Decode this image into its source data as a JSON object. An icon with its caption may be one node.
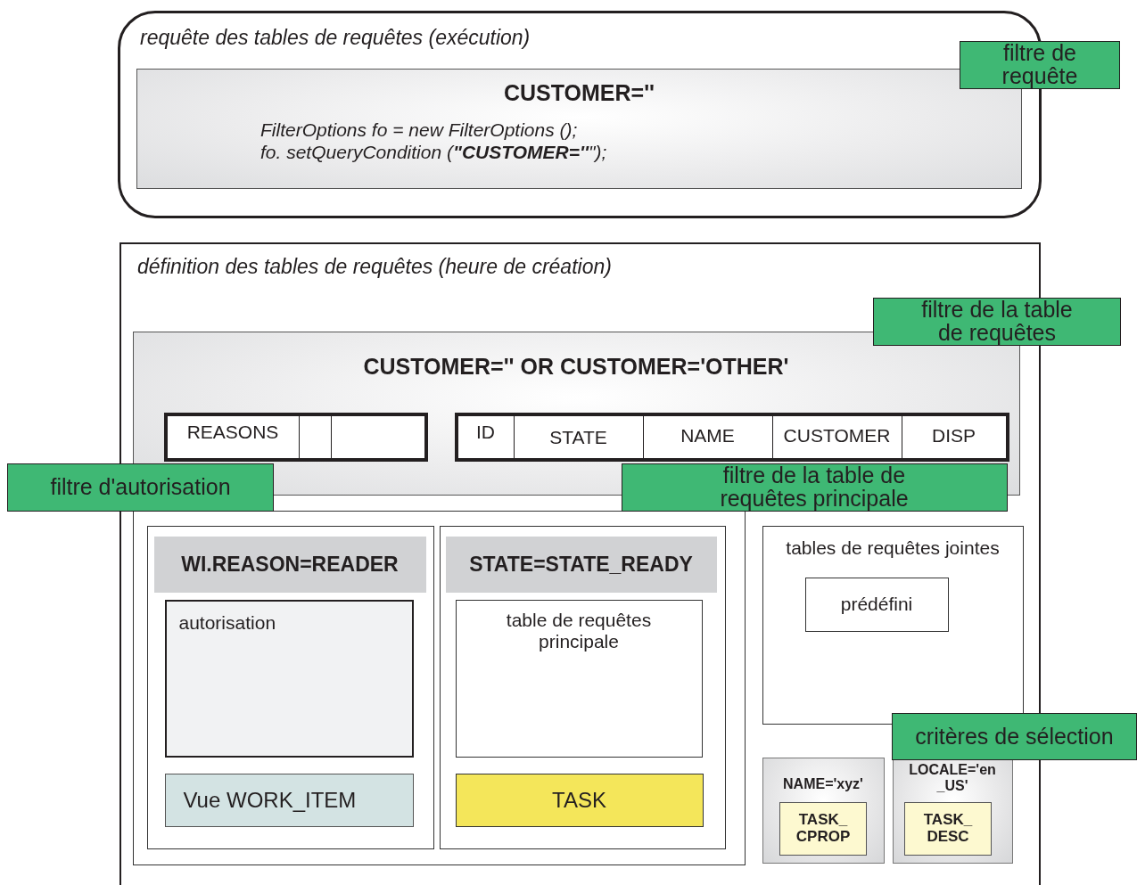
{
  "diagram": {
    "nodes": [
      {
        "text": [
          "requête des tables de requêtes (exécution)"
        ]
      },
      {
        "text": [
          "CUSTOMER=''",
          "FilterOptions fo = new FilterOptions ();",
          "fo. setQueryCondition (**\"CUSTOMER=''**\");"
        ],
        "in": 0
      },
      {
        "text": [
          "filtre de requête"
        ]
      },
      {
        "text": [
          "définition des tables de requêtes (heure de création)"
        ]
      },
      {
        "text": [
          "CUSTOMER='' OR CUSTOMER='OTHER'"
        ],
        "in": 3
      },
      {
        "text": [
          "filtre de la table de requêtes"
        ]
      },
      {
        "text": [
          "REASONS"
        ],
        "in": 4
      },
      {
        "text": [
          "ID",
          "STATE",
          "NAME",
          "CUSTOMER",
          "DISP"
        ],
        "in": 4
      },
      {
        "text": [
          "filtre d'autorisation"
        ]
      },
      {
        "text": [
          "filtre de la table de requêtes principale"
        ],
        "in": 3
      },
      {
        "text": [],
        "shape": "box",
        "in": 3
      },
      {
        "text": [],
        "shape": "box",
        "in": 10
      },
      {
        "text": [
          "WI.REASON=READER"
        ],
        "in": 11
      },
      {
        "text": [
          "autorisation"
        ],
        "in": 11
      },
      {
        "text": [
          "Vue WORK_ITEM"
        ],
        "in": 11
      },
      {
        "text": [],
        "shape": "box",
        "in": 10
      },
      {
        "text": [
          "STATE=STATE_READY"
        ],
        "in": 15
      },
      {
        "text": [
          "table de requêtes principale"
        ],
        "in": 15
      },
      {
        "text": [
          "TASK"
        ],
        "in": 15
      },
      {
        "text": [
          "tables de requêtes jointes"
        ],
        "in": 3
      },
      {
        "text": [
          "prédéfini"
        ],
        "in": 19
      },
      {
        "text": [
          "NAME='xyz'"
        ],
        "in": 3
      },
      {
        "text": [
          "TASK_ CPROP"
        ],
        "in": 21
      },
      {
        "text": [
          "LOCALE='en _US'"
        ],
        "in": 3
      },
      {
        "text": [
          "TASK_ DESC"
        ],
        "in": 23
      },
      {
        "text": [
          "critères de sélection"
        ]
      }
    ]
  }
}
